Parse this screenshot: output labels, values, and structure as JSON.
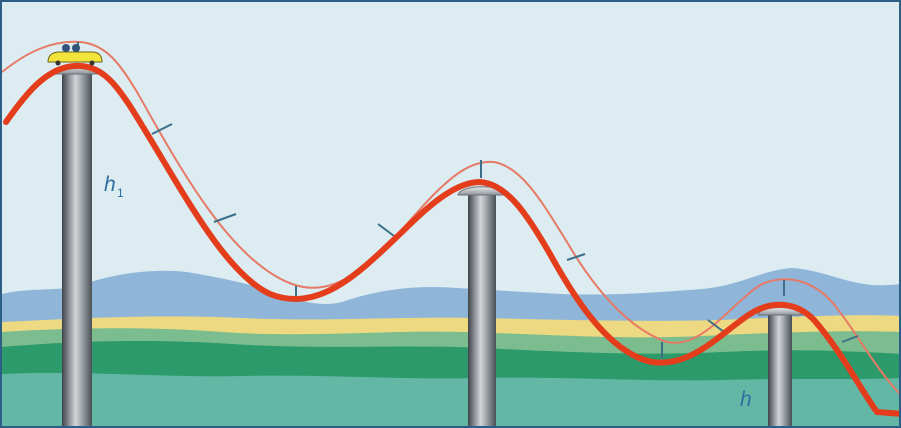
{
  "labels": {
    "h1_main": "h",
    "h1_sub": "1",
    "h2_main": "h"
  },
  "colors": {
    "sky": "#dcecf1",
    "track": "#e43d1c",
    "rail": "#e67a66",
    "pillar_dark": "#4a4f56",
    "pillar_light": "#c5c9cd",
    "tie": "#3d6f8a",
    "cloud": "#8fb6d9",
    "sand": "#ecd981",
    "grass_light": "#7bbd8e",
    "grass_dark": "#2c9a6b",
    "water": "#62b8a5",
    "label": "#2f6ea3"
  }
}
